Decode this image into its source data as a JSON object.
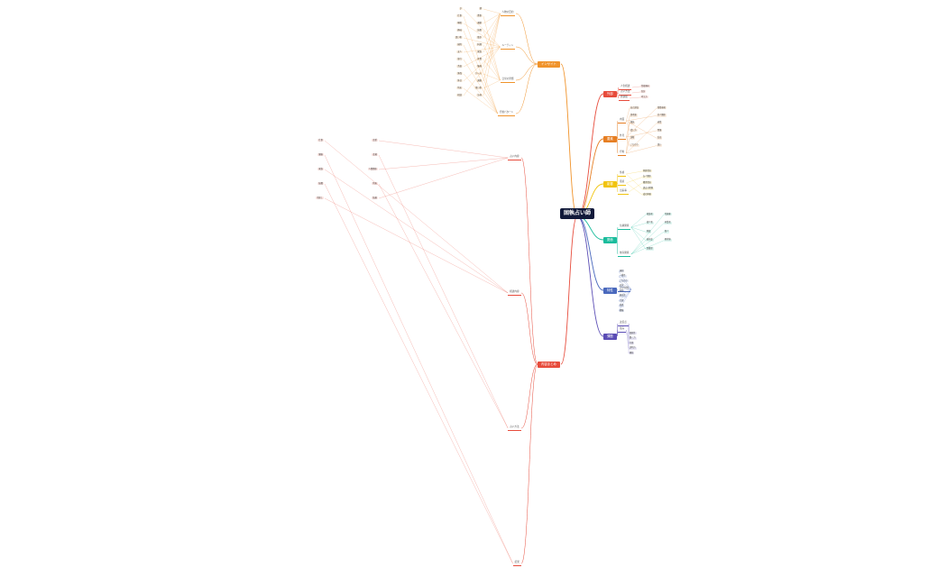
{
  "mindmap": {
    "root": {
      "label": "固執占い師"
    },
    "branches": [
      {
        "id": "b-top",
        "label": "インサイト",
        "color": "#f0932b",
        "subs": [
          "人物の目的",
          "ルーティン",
          "日常の習慣",
          "行動パターン"
        ],
        "leaves": [
          "朝",
          "夕",
          "食事",
          "仕事",
          "運動",
          "睡眠",
          "読書",
          "趣味",
          "散歩",
          "買い物",
          "料理",
          "掃除",
          "家族",
          "友人",
          "外食",
          "旅行",
          "映画",
          "音楽",
          "ゲーム",
          "勉強",
          "連絡",
          "休日",
          "習い事",
          "将来",
          "計画",
          "相談"
        ]
      },
      {
        "id": "b-red",
        "label": "外部",
        "color": "#e74c3c",
        "subs": [
          "人生相談",
          "占い方法",
          "価値観"
        ],
        "leaves": [
          "性格傾向",
          "気分",
          "考え方"
        ]
      },
      {
        "id": "b-orange",
        "label": "要素",
        "color": "#e67e22",
        "subs": [
          "内面",
          "外見",
          "行動"
        ],
        "leaves": [
          "自己評価",
          "感情表現",
          "思考癖",
          "対人関係",
          "服装",
          "表情",
          "話し方",
          "習慣",
          "決断",
          "反応",
          "こだわり",
          "迷い"
        ]
      },
      {
        "id": "b-yellow",
        "label": "影響",
        "color": "#f1c40f",
        "subs": [
          "性格",
          "環境",
          "出来事"
        ],
        "leaves": [
          "家庭環境",
          "友人関係",
          "職場環境",
          "過去の経験",
          "成功体験"
        ]
      },
      {
        "id": "b-green",
        "label": "関係",
        "color": "#1abc9c",
        "subs": [
          "信頼関係",
          "依存関係"
        ],
        "leaves": [
          "相談者",
          "常連客",
          "紹介者",
          "同業者",
          "家族",
          "知人",
          "依存度",
          "期待値",
          "距離感"
        ]
      },
      {
        "id": "b-blue",
        "label": "特性",
        "color": "#4a69bd",
        "subs": [
          "占い特性"
        ],
        "leaves": [
          "頑固",
          "一貫性",
          "こだわり",
          "信念",
          "自信",
          "独自性",
          "主張",
          "直感",
          "経験"
        ]
      },
      {
        "id": "b-indigo",
        "label": "課題",
        "color": "#5b4db5",
        "subs": [
          "改善点",
          "強み"
        ],
        "leaves": [
          "柔軟性",
          "聞く力",
          "共感",
          "説明力",
          "継続"
        ]
      },
      {
        "id": "b-left",
        "label": "内容まとめ",
        "color": "#e74c3c",
        "subs": [
          "占い内容",
          "相談内容",
          "占い方法",
          "結果"
        ],
        "leaves": [
          "恋愛",
          "仕事",
          "金運",
          "健康",
          "人間関係",
          "家族",
          "将来",
          "転職",
          "結婚",
          "引越し"
        ]
      }
    ]
  }
}
